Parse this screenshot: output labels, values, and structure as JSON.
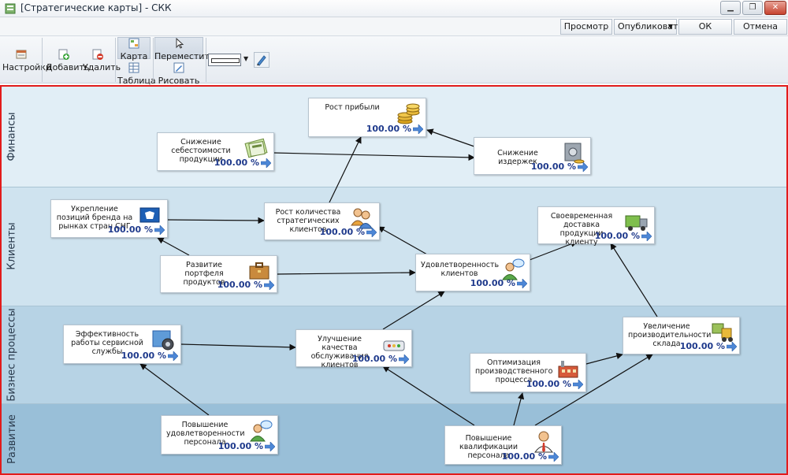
{
  "window": {
    "title": "[Стратегические карты] - СКК"
  },
  "topbar": {
    "preview": "Просмотр",
    "publish": "Опубликовать",
    "ok": "ОК",
    "cancel": "Отмена"
  },
  "ribbon": {
    "settings": "Настройки",
    "add": "Добавить",
    "delete": "Удалить",
    "map": "Карта",
    "table": "Таблица",
    "move": "Переместить",
    "draw": "Рисовать"
  },
  "bands": {
    "finance": "Финансы",
    "clients": "Клиенты",
    "business": "Бизнес процессы",
    "development": "Развитие"
  },
  "nodes": {
    "profit": {
      "label": "Рост прибыли",
      "value": "100.00 %",
      "icon": "coins-icon"
    },
    "cost_reduction": {
      "label": "Снижение себестоимости продукции",
      "value": "100.00 %",
      "icon": "calculator-icon"
    },
    "expenses": {
      "label": "Снижение издержек",
      "value": "100.00 %",
      "icon": "safe-icon"
    },
    "brand": {
      "label": "Укрепление позиций бренда на рынках стран СНГ",
      "value": "100.00 %",
      "icon": "brand-icon"
    },
    "strategic_clients": {
      "label": "Рост количества стратегических клиентов",
      "value": "100.00 %",
      "icon": "users-icon"
    },
    "delivery": {
      "label": "Своевременная доставка продукции клиенту",
      "value": "100.00 %",
      "icon": "truck-icon"
    },
    "portfolio": {
      "label": "Развитие портфеля продуктов",
      "value": "100.00 %",
      "icon": "briefcase-icon"
    },
    "satisfaction": {
      "label": "Удовлетворенность клиентов",
      "value": "100.00 %",
      "icon": "person-chat-icon"
    },
    "service": {
      "label": "Эффективность работы сервисной службы",
      "value": "100.00 %",
      "icon": "gear-tool-icon"
    },
    "quality": {
      "label": "Улучшение качества обслуживания клиентов",
      "value": "100.00 %",
      "icon": "control-panel-icon"
    },
    "warehouse": {
      "label": "Увеличение производительности склада",
      "value": "100.00 %",
      "icon": "forklift-icon"
    },
    "production": {
      "label": "Оптимизация производственного процесса",
      "value": "100.00 %",
      "icon": "factory-icon"
    },
    "staff_satisfaction": {
      "label": "Повышение удовлетворенности персонала",
      "value": "100.00 %",
      "icon": "person-chat-icon"
    },
    "qualification": {
      "label": "Повышение квалификации персонала",
      "value": "100.00 %",
      "icon": "manager-icon"
    }
  },
  "colors": {
    "accent_border": "#e21b1b",
    "value_text": "#1f3a8c",
    "link": "#111111"
  }
}
